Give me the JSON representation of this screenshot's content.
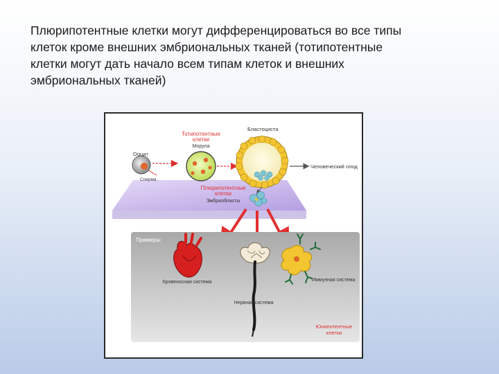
{
  "slide": {
    "text_lines": [
      "Плюрипотентные клетки могут дифференцироваться во все типы",
      "клеток кроме внешних эмбриональных тканей (тотипотентные",
      "клетки могут дать начало всем типам клеток и внешних",
      "эмбриональных  тканей)"
    ]
  },
  "diagram": {
    "totipotent_label_1": "Тотипотентные",
    "totipotent_label_2": "клетки",
    "morula": "Морула",
    "blastocyst": "Бластоциста",
    "oocyte": "Ооцит",
    "sperm": "Сперма",
    "human_fetus": "Человеческий плод",
    "pluripotent_label_1": "Плюрипотентные",
    "pluripotent_label_2": "клетки",
    "embryoblasts": "Эмбриобласты",
    "examples": "Примеры:",
    "circulatory": "Кровеносная система",
    "nervous": "Нервная система",
    "immune": "Иммунная система",
    "unipotent_1": "Юнипотентные",
    "unipotent_2": "клетки",
    "colors": {
      "accent_red": "#e03030",
      "plane_violet": "#c9b6ec",
      "panel_gray": "#bdbdbd",
      "heart_red": "#d61f1f",
      "immune_yellow": "#f3c531",
      "cell_green": "#d8ee7c",
      "inner_teal": "#7fc4d4"
    }
  }
}
